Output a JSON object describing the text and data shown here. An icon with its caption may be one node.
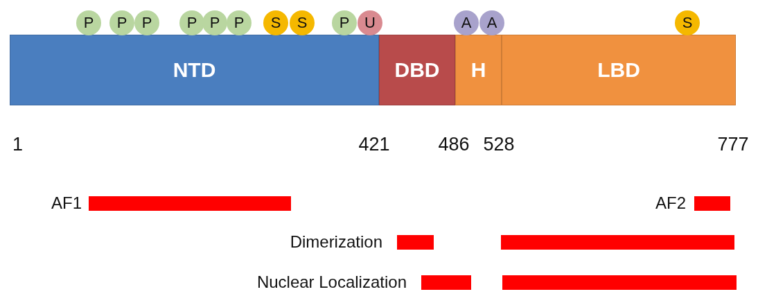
{
  "diagram": {
    "nodes": [
      {
        "text": [
          "P"
        ]
      },
      {
        "text": [
          "P"
        ]
      },
      {
        "text": [
          "P"
        ]
      },
      {
        "text": [
          "P"
        ]
      },
      {
        "text": [
          "P"
        ]
      },
      {
        "text": [
          "P"
        ]
      },
      {
        "text": [
          "S"
        ]
      },
      {
        "text": [
          "S"
        ]
      },
      {
        "text": [
          "P"
        ]
      },
      {
        "text": [
          "U"
        ]
      },
      {
        "text": [
          "A"
        ]
      },
      {
        "text": [
          "A"
        ]
      },
      {
        "text": [
          "S"
        ]
      },
      {
        "text": [
          "NTD"
        ]
      },
      {
        "text": [
          "DBD"
        ]
      },
      {
        "text": [
          "H"
        ]
      },
      {
        "text": [
          "LBD"
        ]
      },
      {
        "text": [],
        "shape": "bar",
        "beside": [
          "AF1"
        ]
      },
      {
        "text": [],
        "shape": "bar",
        "beside": [
          "AF2"
        ]
      },
      {
        "text": [],
        "shape": "bar",
        "beside": [
          "Dimerization"
        ]
      },
      {
        "text": [],
        "shape": "bar"
      },
      {
        "text": [],
        "shape": "bar",
        "beside": [
          "Nuclear Localization"
        ]
      },
      {
        "text": [],
        "shape": "bar"
      }
    ],
    "labels": [
      "1",
      "421",
      "486",
      "528",
      "777"
    ]
  }
}
